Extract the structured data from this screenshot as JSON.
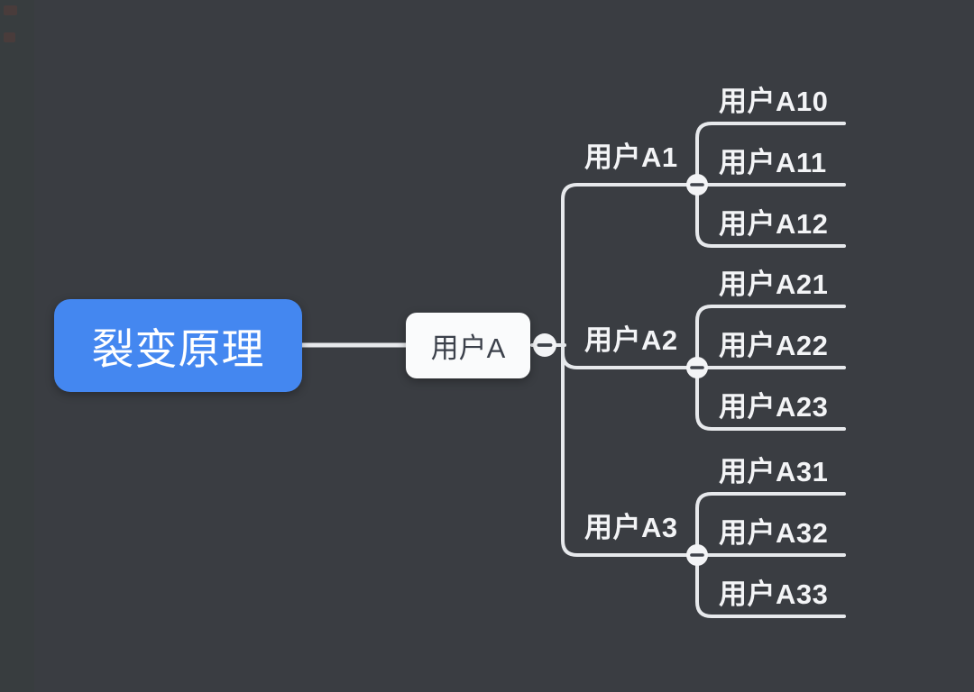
{
  "canvas": {
    "background": "#3a3d42",
    "line_color": "#e7e9ec"
  },
  "mindmap": {
    "root": {
      "label": "裂变原理",
      "fill": "#4487f0",
      "text_color": "#ffffff"
    },
    "hub": {
      "label": "用户A",
      "fill": "#fafbfc",
      "text_color": "#3c414b"
    },
    "branches": [
      {
        "label": "用户A1",
        "children": [
          {
            "label": "用户A10"
          },
          {
            "label": "用户A11"
          },
          {
            "label": "用户A12"
          }
        ]
      },
      {
        "label": "用户A2",
        "children": [
          {
            "label": "用户A21"
          },
          {
            "label": "用户A22"
          },
          {
            "label": "用户A23"
          }
        ]
      },
      {
        "label": "用户A3",
        "children": [
          {
            "label": "用户A31"
          },
          {
            "label": "用户A32"
          },
          {
            "label": "用户A33"
          }
        ]
      }
    ],
    "collapse_button": {
      "icon": "minus-icon",
      "count": 4
    }
  }
}
